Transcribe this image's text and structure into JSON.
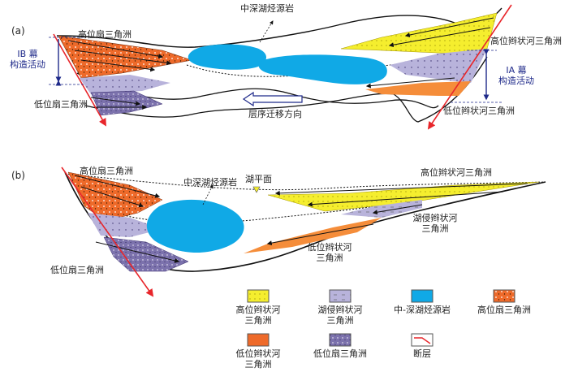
{
  "colors": {
    "yellow": "#f5ee2e",
    "lilac": "#b8b3db",
    "blue": "#10a9e6",
    "dark_orange": "#ee6a2a",
    "orange": "#f58d3a",
    "purple": "#7c72ad",
    "fault": "#e8262b"
  },
  "panel_a": {
    "tag": "(a)",
    "source_rock": "中深湖烃源岩",
    "high_fan": "高位扇三角洲",
    "high_braided": "高位辫状河三角洲",
    "low_fan": "低位扇三角洲",
    "low_braided": "低位辫状河三角洲",
    "ib_line1": "IB 幕",
    "ib_line2": "构造活动",
    "ia_line1": "IA 幕",
    "ia_line2": "构造活动",
    "migration": "层序迁移方向"
  },
  "panel_b": {
    "tag": "(b)",
    "high_fan": "高位扇三角洲",
    "source_rock": "中深湖烃源岩",
    "lake_level": "湖平面",
    "high_braided": "高位辫状河三角洲",
    "lake_braided_l1": "湖侵辫状河",
    "lake_braided_l2": "三角洲",
    "low_braided_l1": "低位辫状河",
    "low_braided_l2": "三角洲",
    "low_fan": "低位扇三角洲"
  },
  "legend": [
    {
      "label": "高位辫状河\n三角洲",
      "swatch": "yellow-dots"
    },
    {
      "label": "湖侵辫状河\n三角洲",
      "swatch": "lilac-dash"
    },
    {
      "label": "中-深湖烃源岩",
      "swatch": "blue"
    },
    {
      "label": "高位扇三角洲",
      "swatch": "darkorange-dots"
    },
    {
      "label": "低位辫状河\n三角洲",
      "swatch": "orange"
    },
    {
      "label": "低位扇三角洲",
      "swatch": "purple-dots"
    },
    {
      "label": "断层",
      "swatch": "fault-line"
    }
  ]
}
